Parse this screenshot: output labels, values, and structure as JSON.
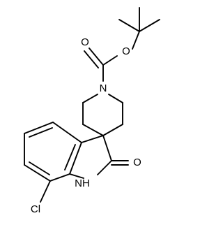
{
  "structure": {
    "atoms": {
      "O1": "O",
      "O2": "O",
      "N1": "N",
      "O3": "O",
      "NH": "NH",
      "Cl": "Cl"
    },
    "colors": {
      "bond": "#000000",
      "text": "#000000",
      "background": "#ffffff"
    }
  }
}
